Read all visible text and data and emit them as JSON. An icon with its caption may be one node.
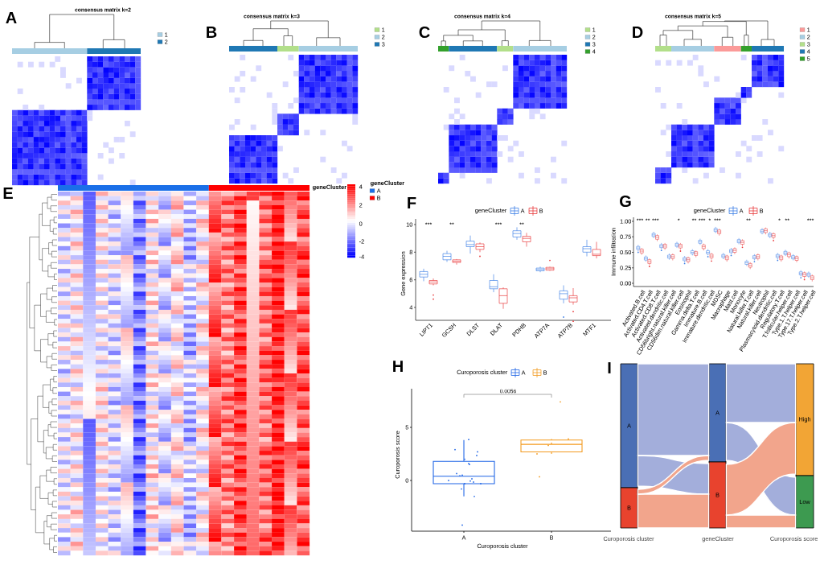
{
  "diagram": {
    "nodes": [
      {
        "text": [
          "A"
        ]
      },
      {
        "text": [
          "B"
        ],
        "beside": [
          "Curoporosis cluster"
        ]
      },
      {
        "text": [
          "A"
        ]
      },
      {
        "text": [
          "B"
        ],
        "beside": [
          "geneCluster"
        ]
      },
      {
        "text": [
          "High"
        ]
      },
      {
        "text": [
          "Low"
        ],
        "beside": [
          "Curoporosis score"
        ]
      }
    ],
    "edges": [
      {
        "from": 0,
        "to": 2,
        "arrow": "none",
        "color": "#a3aedb"
      },
      {
        "from": 0,
        "to": 3,
        "arrow": "none",
        "color": "#a3aedb"
      },
      {
        "from": 1,
        "to": 2,
        "arrow": "none",
        "color": "#f2a58c"
      },
      {
        "from": 1,
        "to": 3,
        "arrow": "none",
        "color": "#f2a58c"
      },
      {
        "from": 2,
        "to": 4,
        "arrow": "none",
        "color": "#a3aedb"
      },
      {
        "from": 2,
        "to": 5,
        "arrow": "none",
        "color": "#a3aedb"
      },
      {
        "from": 3,
        "to": 4,
        "arrow": "none",
        "color": "#f2a58c"
      },
      {
        "from": 3,
        "to": 5,
        "arrow": "none",
        "color": "#f2a58c"
      }
    ],
    "labels": [
      "A",
      "consensus matrix k=2",
      "B",
      "consensus matrix k=3",
      "C",
      "consensus matrix k=4",
      "D",
      "consensus matrix k=5",
      "E",
      "geneCluster",
      "geneCluster",
      "4",
      "2",
      "0",
      "-2",
      "-4",
      "F",
      "geneCluster",
      "Gene expression",
      "10",
      "8",
      "6",
      "4",
      "LIPT1",
      "GCSH",
      "DLST",
      "DLAT",
      "PDHB",
      "ATP7A",
      "ATP7B",
      "MTF1",
      "***",
      "**",
      "***",
      "**",
      "G",
      "geneCluster",
      "Immune infiltration",
      "1.00",
      "0.75",
      "0.50",
      "0.25",
      "0.00",
      "Activated.B.cell",
      "Activated.CD4.T.cell",
      "Activated.CD8.T.cell",
      "Activated.dendritic.cell",
      "CD56bright.natural.killer.cell",
      "CD56dim.natural.killer.cell",
      "Eosinophil",
      "Gamma.delta.T.cell",
      "Immature.B.cell",
      "Immature.dendritic.cell",
      "MDSC",
      "Macrophage",
      "Mast.cell",
      "Monocyte",
      "Natural.killer.T.cell",
      "Natural.killer.cell",
      "Neutrophil",
      "Plasmacytoid.dendritic.cell",
      "Regulatory.T.cell",
      "T.follicular.helper.cell",
      "Type.1.T.helper.cell",
      "Type.17.T.helper.cell",
      "Type.2.T.helper.cell",
      "***",
      "**",
      "***",
      "*",
      "**",
      "***",
      "*",
      "***",
      "**",
      "*",
      "**",
      "***",
      "H",
      "Curoporosis cluster",
      "0.0056",
      "Curoporosis score",
      "5",
      "0",
      "A",
      "B",
      "Curoporosis cluster",
      "I"
    ],
    "legend": [
      {
        "text": "1",
        "color": "#a6cee3"
      },
      {
        "text": "2",
        "color": "#1f78b4"
      },
      {
        "text": "1",
        "color": "#b2df8a"
      },
      {
        "text": "2",
        "color": "#a6cee3"
      },
      {
        "text": "3",
        "color": "#1f78b4"
      },
      {
        "text": "1",
        "color": "#b2df8a"
      },
      {
        "text": "2",
        "color": "#a6cee3"
      },
      {
        "text": "3",
        "color": "#1f78b4"
      },
      {
        "text": "4",
        "color": "#33a02c"
      },
      {
        "text": "1",
        "color": "#fb9a99"
      },
      {
        "text": "2",
        "color": "#a6cee3"
      },
      {
        "text": "3",
        "color": "#b2df8a"
      },
      {
        "text": "4",
        "color": "#1f78b4"
      },
      {
        "text": "5",
        "color": "#33a02c"
      },
      {
        "text": "A",
        "color": "#1a6fe8"
      },
      {
        "text": "B",
        "color": "#ff0000"
      },
      {
        "text": "A"
      },
      {
        "text": "B"
      },
      {
        "text": "A"
      },
      {
        "text": "B"
      },
      {
        "text": "A"
      },
      {
        "text": "B"
      }
    ]
  }
}
